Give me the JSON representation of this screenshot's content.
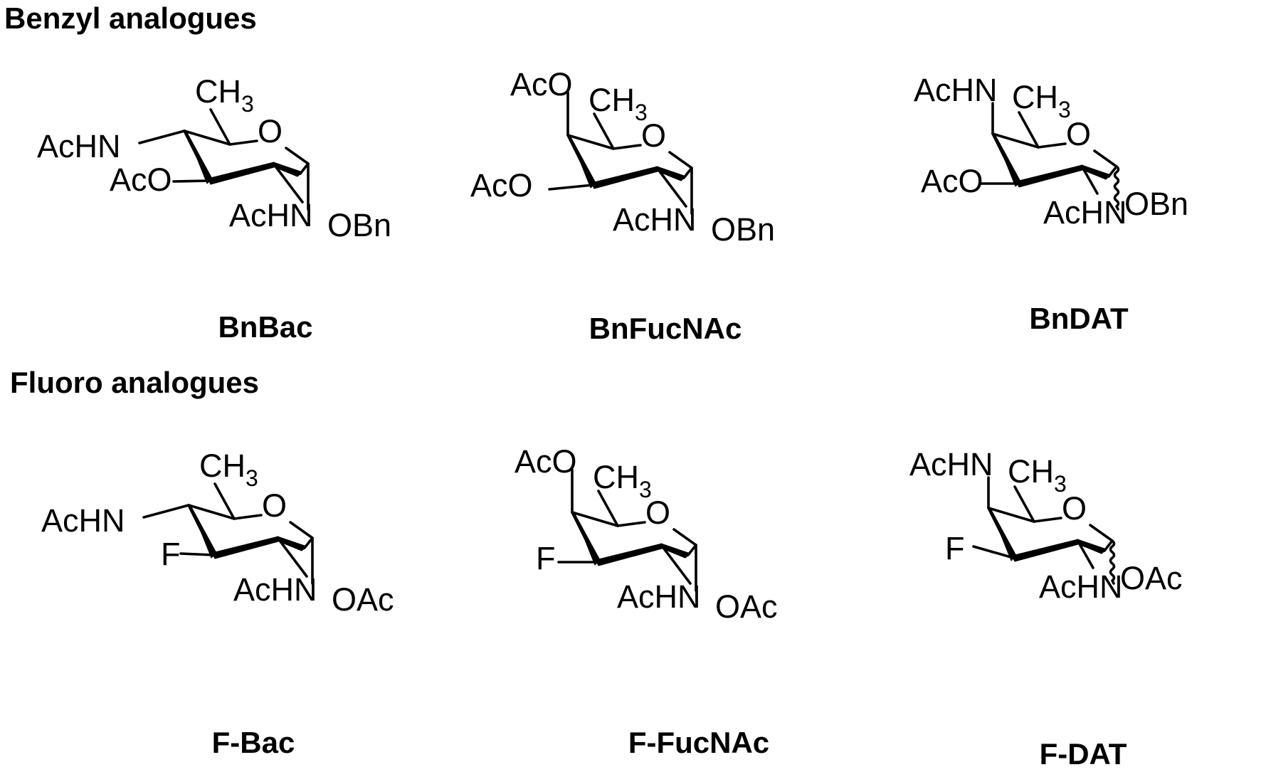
{
  "sections": [
    {
      "heading": "Benzyl analogues",
      "compounds": [
        {
          "name": "BnBac",
          "type": "bac",
          "ring_o": "O",
          "s4_label": "AcHN",
          "s3_label": "AcO",
          "s2_label": "AcHN",
          "s1_label": "OBn",
          "methyl": {
            "main": "CH",
            "sub": "3"
          }
        },
        {
          "name": "BnFucNAc",
          "type": "fuc",
          "ring_o": "O",
          "s4_label": "AcO",
          "s3_label": "AcO",
          "s2_label": "AcHN",
          "s1_label": "OBn",
          "methyl": {
            "main": "CH",
            "sub": "3"
          }
        },
        {
          "name": "BnDAT",
          "type": "dat",
          "ring_o": "O",
          "s4_label": "AcHN",
          "s3_label": "AcO",
          "s2_label": "AcHN",
          "s1_label": "OBn",
          "methyl": {
            "main": "CH",
            "sub": "3"
          }
        }
      ]
    },
    {
      "heading": "Fluoro analogues",
      "compounds": [
        {
          "name": "F-Bac",
          "type": "bac",
          "ring_o": "O",
          "s4_label": "AcHN",
          "s3_label": "F",
          "s2_label": "AcHN",
          "s1_label": "OAc",
          "methyl": {
            "main": "CH",
            "sub": "3"
          }
        },
        {
          "name": "F-FucNAc",
          "type": "fuc",
          "ring_o": "O",
          "s4_label": "AcO",
          "s3_label": "F",
          "s2_label": "AcHN",
          "s1_label": "OAc",
          "methyl": {
            "main": "CH",
            "sub": "3"
          }
        },
        {
          "name": "F-DAT",
          "type": "dat",
          "ring_o": "O",
          "s4_label": "AcHN",
          "s3_label": "F",
          "s2_label": "AcHN",
          "s1_label": "OAc",
          "methyl": {
            "main": "CH",
            "sub": "3"
          }
        }
      ]
    }
  ]
}
